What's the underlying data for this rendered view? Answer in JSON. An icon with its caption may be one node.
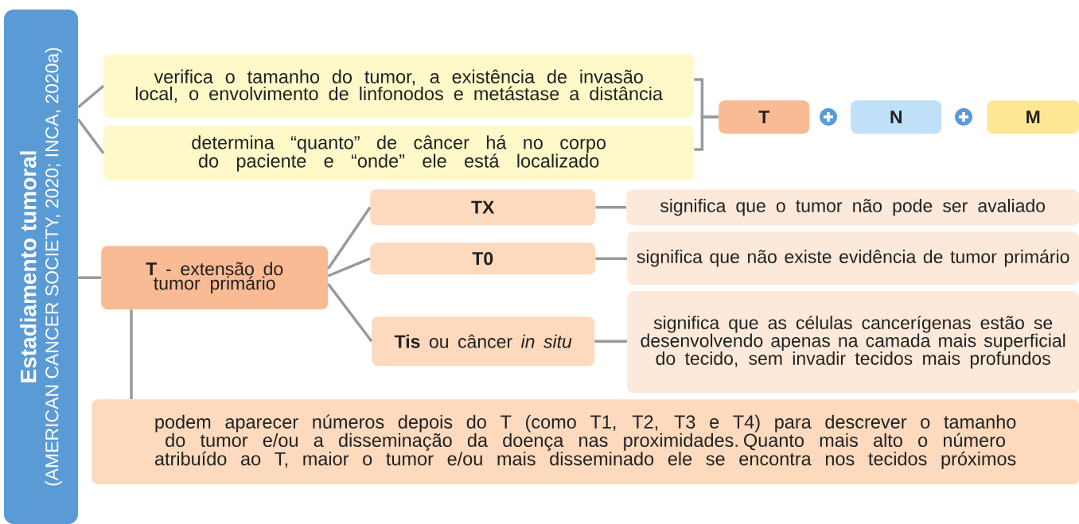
{
  "diagram": {
    "nodes": [
      {
        "text": [
          "Estadiamento tumoral",
          "(AMERICAN CANCER SOCIETY, 2020; INCA, 2020a)"
        ]
      },
      {
        "text": [
          "verifica o tamanho do tumor, a existência de invasão local, o envolvimento de linfonodos e metástase a distância"
        ]
      },
      {
        "text": [
          "determina “quanto” de câncer há no corpo do paciente e “onde” ele está localizado"
        ]
      },
      {
        "text": [
          "T"
        ]
      },
      {
        "text": [
          "N"
        ]
      },
      {
        "text": [
          "M"
        ]
      },
      {
        "text": [
          "**T** - extensão do tumor primário"
        ]
      },
      {
        "text": [
          "TX"
        ]
      },
      {
        "text": [
          "T0"
        ]
      },
      {
        "text": [
          "**Tis** ou câncer *in situ*"
        ]
      },
      {
        "text": [
          "significa que o tumor não pode ser avaliado"
        ]
      },
      {
        "text": [
          "significa que não existe evidência de tumor primário"
        ]
      },
      {
        "text": [
          "significa que as células cancerígenas estão se desenvolvendo apenas na camada mais superficial do tecido, sem invadir tecidos mais profundos"
        ]
      },
      {
        "text": [
          "podem aparecer números depois do T (como T1, T2, T3 e T4) para descrever o tamanho do tumor e/ou a disseminação da doença nas proximidades. Quanto mais alto o número atribuído ao T, maior o tumor e/ou mais disseminado ele se encontra nos tecidos próximos"
        ]
      }
    ],
    "edges": [
      {
        "from": 0,
        "to": 1,
        "arrow": "none"
      },
      {
        "from": 0,
        "to": 2,
        "arrow": "none"
      },
      {
        "from": 1,
        "to": 3,
        "arrow": "none"
      },
      {
        "from": 2,
        "to": 3,
        "arrow": "none"
      },
      {
        "from": 0,
        "to": 6,
        "arrow": "none"
      },
      {
        "from": 6,
        "to": 7,
        "arrow": "none"
      },
      {
        "from": 6,
        "to": 8,
        "arrow": "none"
      },
      {
        "from": 6,
        "to": 9,
        "arrow": "none"
      },
      {
        "from": 7,
        "to": 10,
        "arrow": "none"
      },
      {
        "from": 8,
        "to": 11,
        "arrow": "none"
      },
      {
        "from": 9,
        "to": 12,
        "arrow": "none"
      },
      {
        "from": 6,
        "to": 13,
        "arrow": "none"
      }
    ]
  }
}
